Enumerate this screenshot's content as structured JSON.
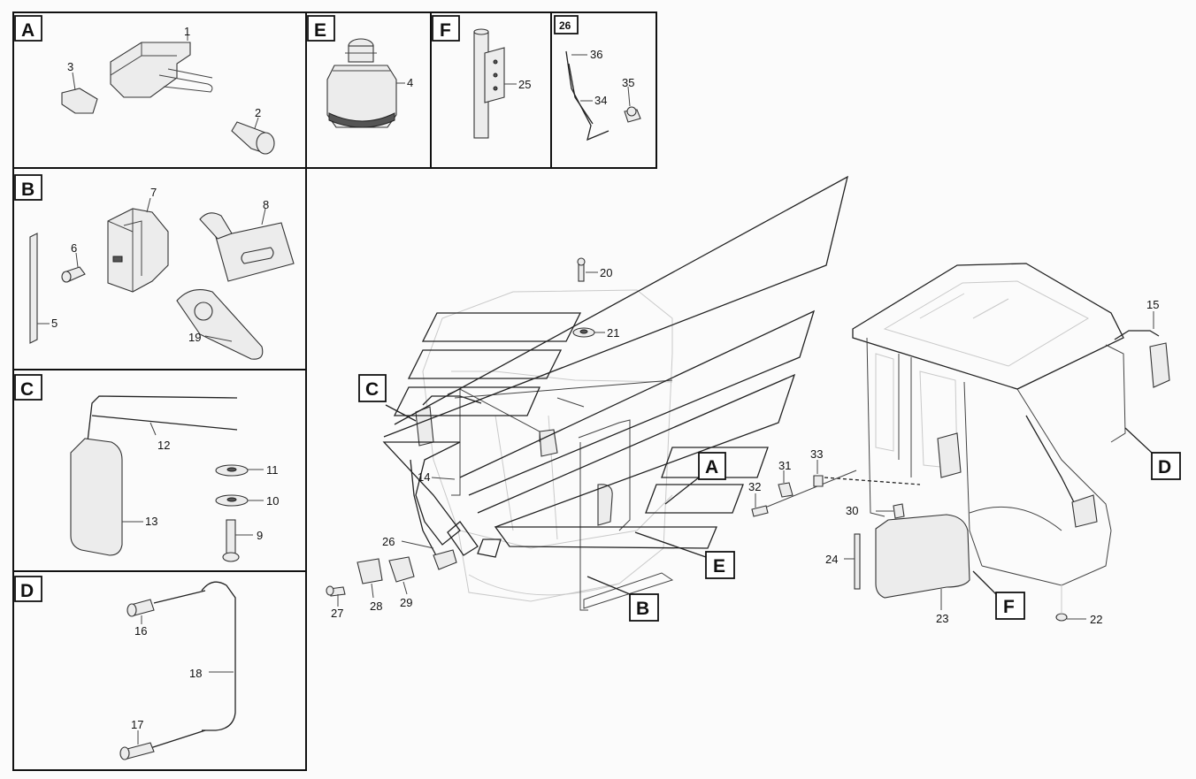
{
  "panels": {
    "A": {
      "letter": "A",
      "parts": [
        "1",
        "2",
        "3"
      ]
    },
    "E": {
      "letter": "E",
      "parts": [
        "4"
      ]
    },
    "F": {
      "letter": "F",
      "parts": [
        "25"
      ]
    },
    "detail26": {
      "letter": "26",
      "parts": [
        "36",
        "34",
        "35"
      ]
    },
    "B": {
      "letter": "B",
      "parts": [
        "7",
        "8",
        "6",
        "5",
        "19"
      ]
    },
    "C": {
      "letter": "C",
      "parts": [
        "12",
        "11",
        "10",
        "13",
        "9"
      ]
    },
    "D": {
      "letter": "D",
      "parts": [
        "16",
        "18",
        "17"
      ]
    }
  },
  "main_callouts": {
    "C": "C",
    "A": "A",
    "E": "E",
    "B": "B",
    "D": "D",
    "F": "F"
  },
  "main_parts": [
    "20",
    "21",
    "14",
    "26",
    "27",
    "28",
    "29",
    "15",
    "31",
    "33",
    "32",
    "30",
    "24",
    "23",
    "22"
  ]
}
